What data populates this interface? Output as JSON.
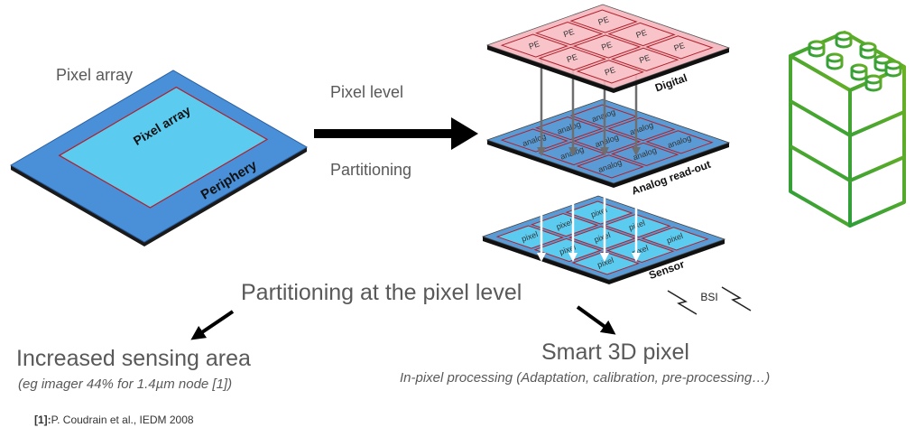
{
  "left_chip": {
    "caption": "Pixel array",
    "inner_label": "Pixel array",
    "outer_label": "Periphery"
  },
  "transition": {
    "top_label": "Pixel level",
    "bottom_label": "Partitioning"
  },
  "stack": {
    "layers": [
      {
        "name": "Digital",
        "cell_label": "PE",
        "color": "#f4b6bd"
      },
      {
        "name": "Analog read-out",
        "cell_label": "analog",
        "color": "#5b9bd5"
      },
      {
        "name": "Sensor",
        "cell_label": "pixel",
        "color": "#5b9bd5"
      }
    ],
    "illumination_label": "BSI"
  },
  "lego_icon": {
    "name": "stacked-blocks-icon",
    "color": "#6ab023"
  },
  "headline": "Partitioning at the pixel level",
  "outcomes": [
    {
      "title": "Increased sensing area",
      "subtitle": "(eg imager 44% for 1.4µm node [1])"
    },
    {
      "title": "Smart 3D pixel",
      "subtitle": "In-pixel processing (Adaptation, calibration, pre-processing…)"
    }
  ],
  "reference": {
    "tag": "[1]:",
    "text": "P. Coudrain et al., IEDM 2008"
  }
}
